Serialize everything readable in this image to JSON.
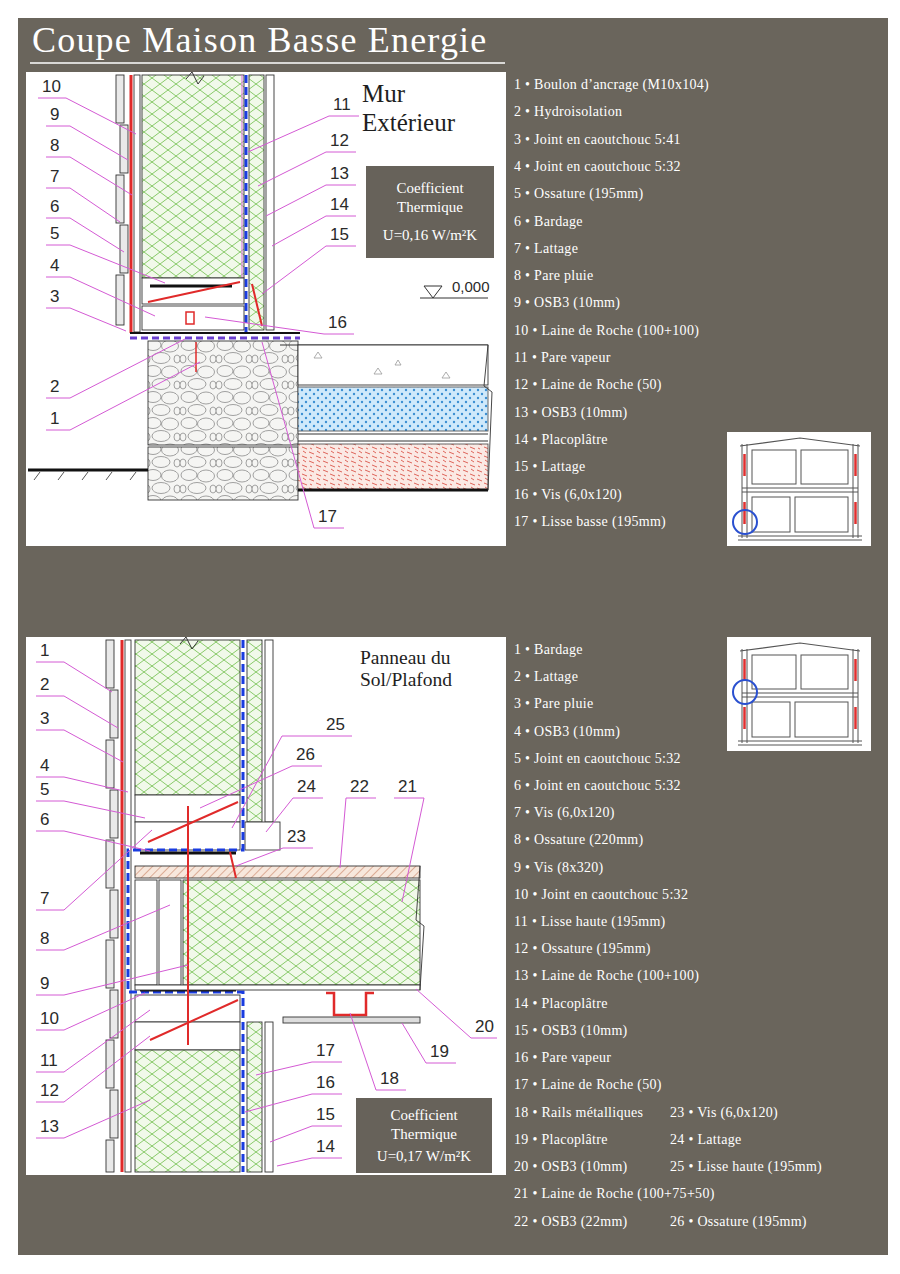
{
  "diagram": {
    "title": "Coupe Maison Basse Energie",
    "nodes": [
      {
        "text": [
          "Mur Extérieur"
        ]
      },
      {
        "text": [
          "Coefficient Thermique",
          "U=0,16 W/m²K"
        ],
        "in": 0
      },
      {
        "text": [
          "Panneau du Sol/Plafond"
        ]
      },
      {
        "text": [
          "Coefficient Thermique",
          "U=0,17 W/m²K"
        ],
        "in": 2
      }
    ],
    "labels": [
      "10",
      "9",
      "8",
      "7",
      "6",
      "5",
      "4",
      "3",
      "2",
      "1",
      "11",
      "12",
      "13",
      "14",
      "15",
      "16",
      "17",
      "0,000",
      "1 • Boulon d’ancrage (M10x104)",
      "2 • Hydroisolation",
      "3 • Joint en caoutchouc 5:41",
      "4 • Joint en caoutchouc 5:32",
      "5 • Ossature (195mm)",
      "6 • Bardage",
      "7 • Lattage",
      "8 • Pare pluie",
      "9 • OSB3 (10mm)",
      "10 • Laine de Roche (100+100)",
      "11 • Pare vapeur",
      "12 • Laine de Roche (50)",
      "13 • OSB3 (10mm)",
      "14 • Placoplâtre",
      "15 • Lattage",
      "16 • Vis (6,0x120)",
      "17 • Lisse basse (195mm)",
      "1",
      "2",
      "3",
      "4",
      "5",
      "6",
      "7",
      "8",
      "9",
      "10",
      "11",
      "12",
      "13",
      "26",
      "25",
      "24",
      "22",
      "21",
      "23",
      "20",
      "19",
      "18",
      "17",
      "16",
      "15",
      "14",
      "1 • Bardage",
      "2 • Lattage",
      "3 • Pare pluie",
      "4 • OSB3 (10mm)",
      "5 • Joint en caoutchouc 5:32",
      "6 • Joint en caoutchouc 5:32",
      "7 • Vis (6,0x120)",
      "8 • Ossature (220mm)",
      "9 • Vis (8x320)",
      "10 • Joint en caoutchouc 5:32",
      "11 • Lisse haute (195mm)",
      "12 • Ossature (195mm)",
      "13 • Laine de Roche (100+100)",
      "14 • Placoplâtre",
      "15 • OSB3 (10mm)",
      "16 • Pare vapeur",
      "17 • Laine de Roche (50)",
      "18 • Rails métalliques",
      "19 • Placoplâtre",
      "20 • OSB3 (10mm)",
      "21 • Laine de Roche (100+75+50)",
      "22 • OSB3 (22mm)",
      "23 • Vis (6,0x120)",
      "24 • Lattage",
      "25 • Lisse haute (195mm)",
      "26 • Ossature (195mm)"
    ]
  }
}
